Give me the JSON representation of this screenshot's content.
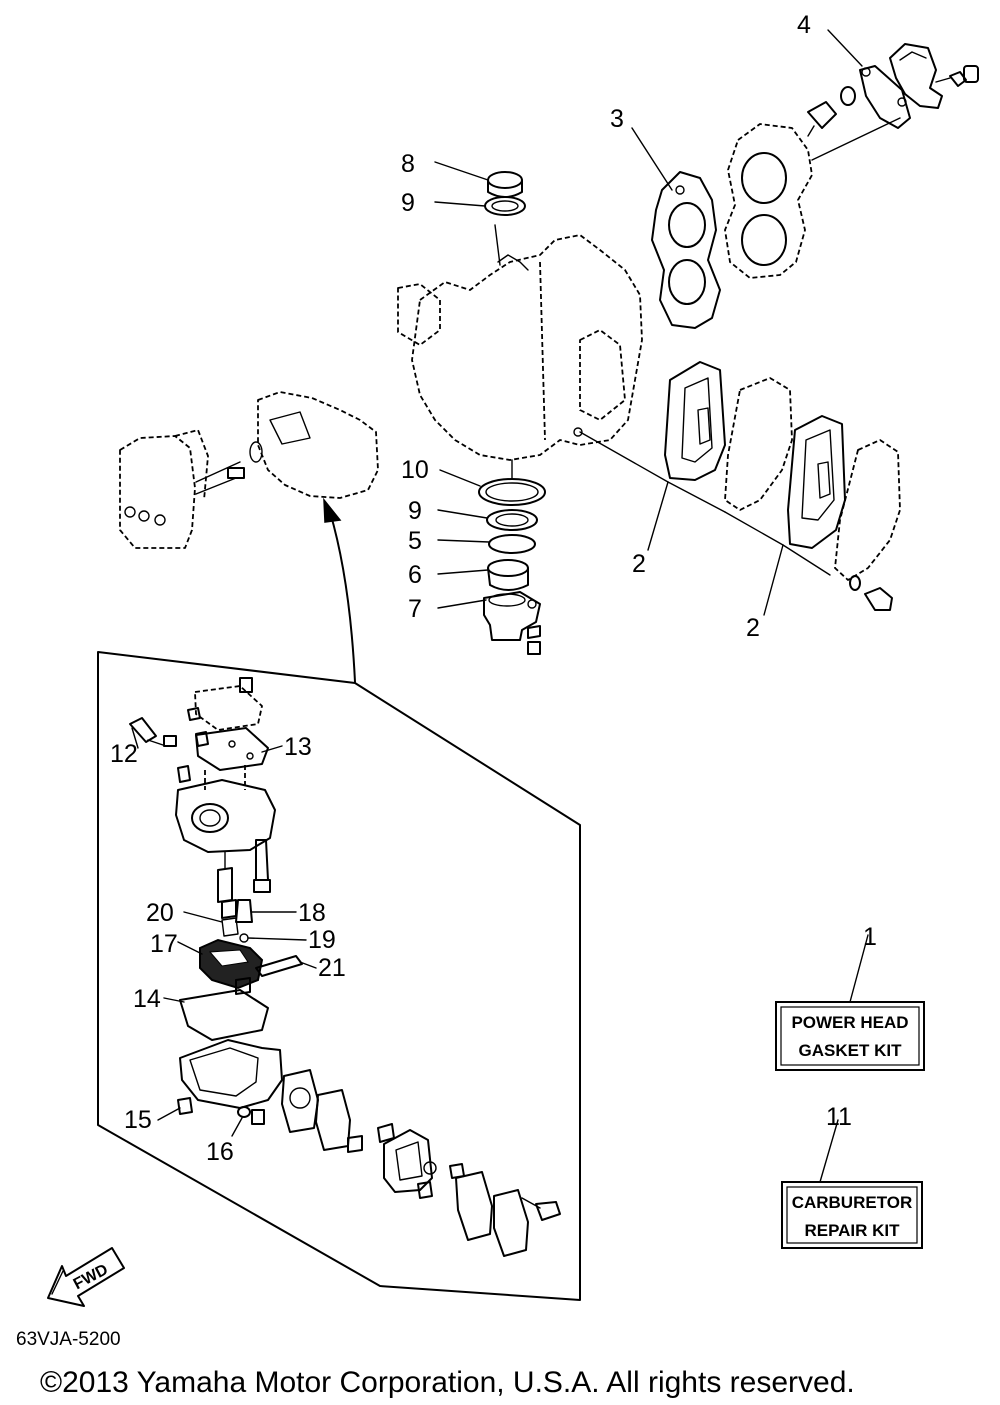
{
  "callouts": {
    "c1": "1",
    "c2a": "2",
    "c2b": "2",
    "c3": "3",
    "c4": "4",
    "c5": "5",
    "c6": "6",
    "c7": "7",
    "c8": "8",
    "c9a": "9",
    "c9b": "9",
    "c10": "10",
    "c11": "11",
    "c12": "12",
    "c13": "13",
    "c14": "14",
    "c15": "15",
    "c16": "16",
    "c17": "17",
    "c18": "18",
    "c19": "19",
    "c20": "20",
    "c21": "21"
  },
  "kits": {
    "power_head": {
      "line1": "POWER HEAD",
      "line2": "GASKET KIT"
    },
    "carburetor": {
      "line1": "CARBURETOR",
      "line2": "REPAIR KIT"
    }
  },
  "fwd_label": "FWD",
  "drawing_code": "63VJA-5200",
  "copyright": "©2013 Yamaha Motor Corporation, U.S.A. All rights reserved."
}
